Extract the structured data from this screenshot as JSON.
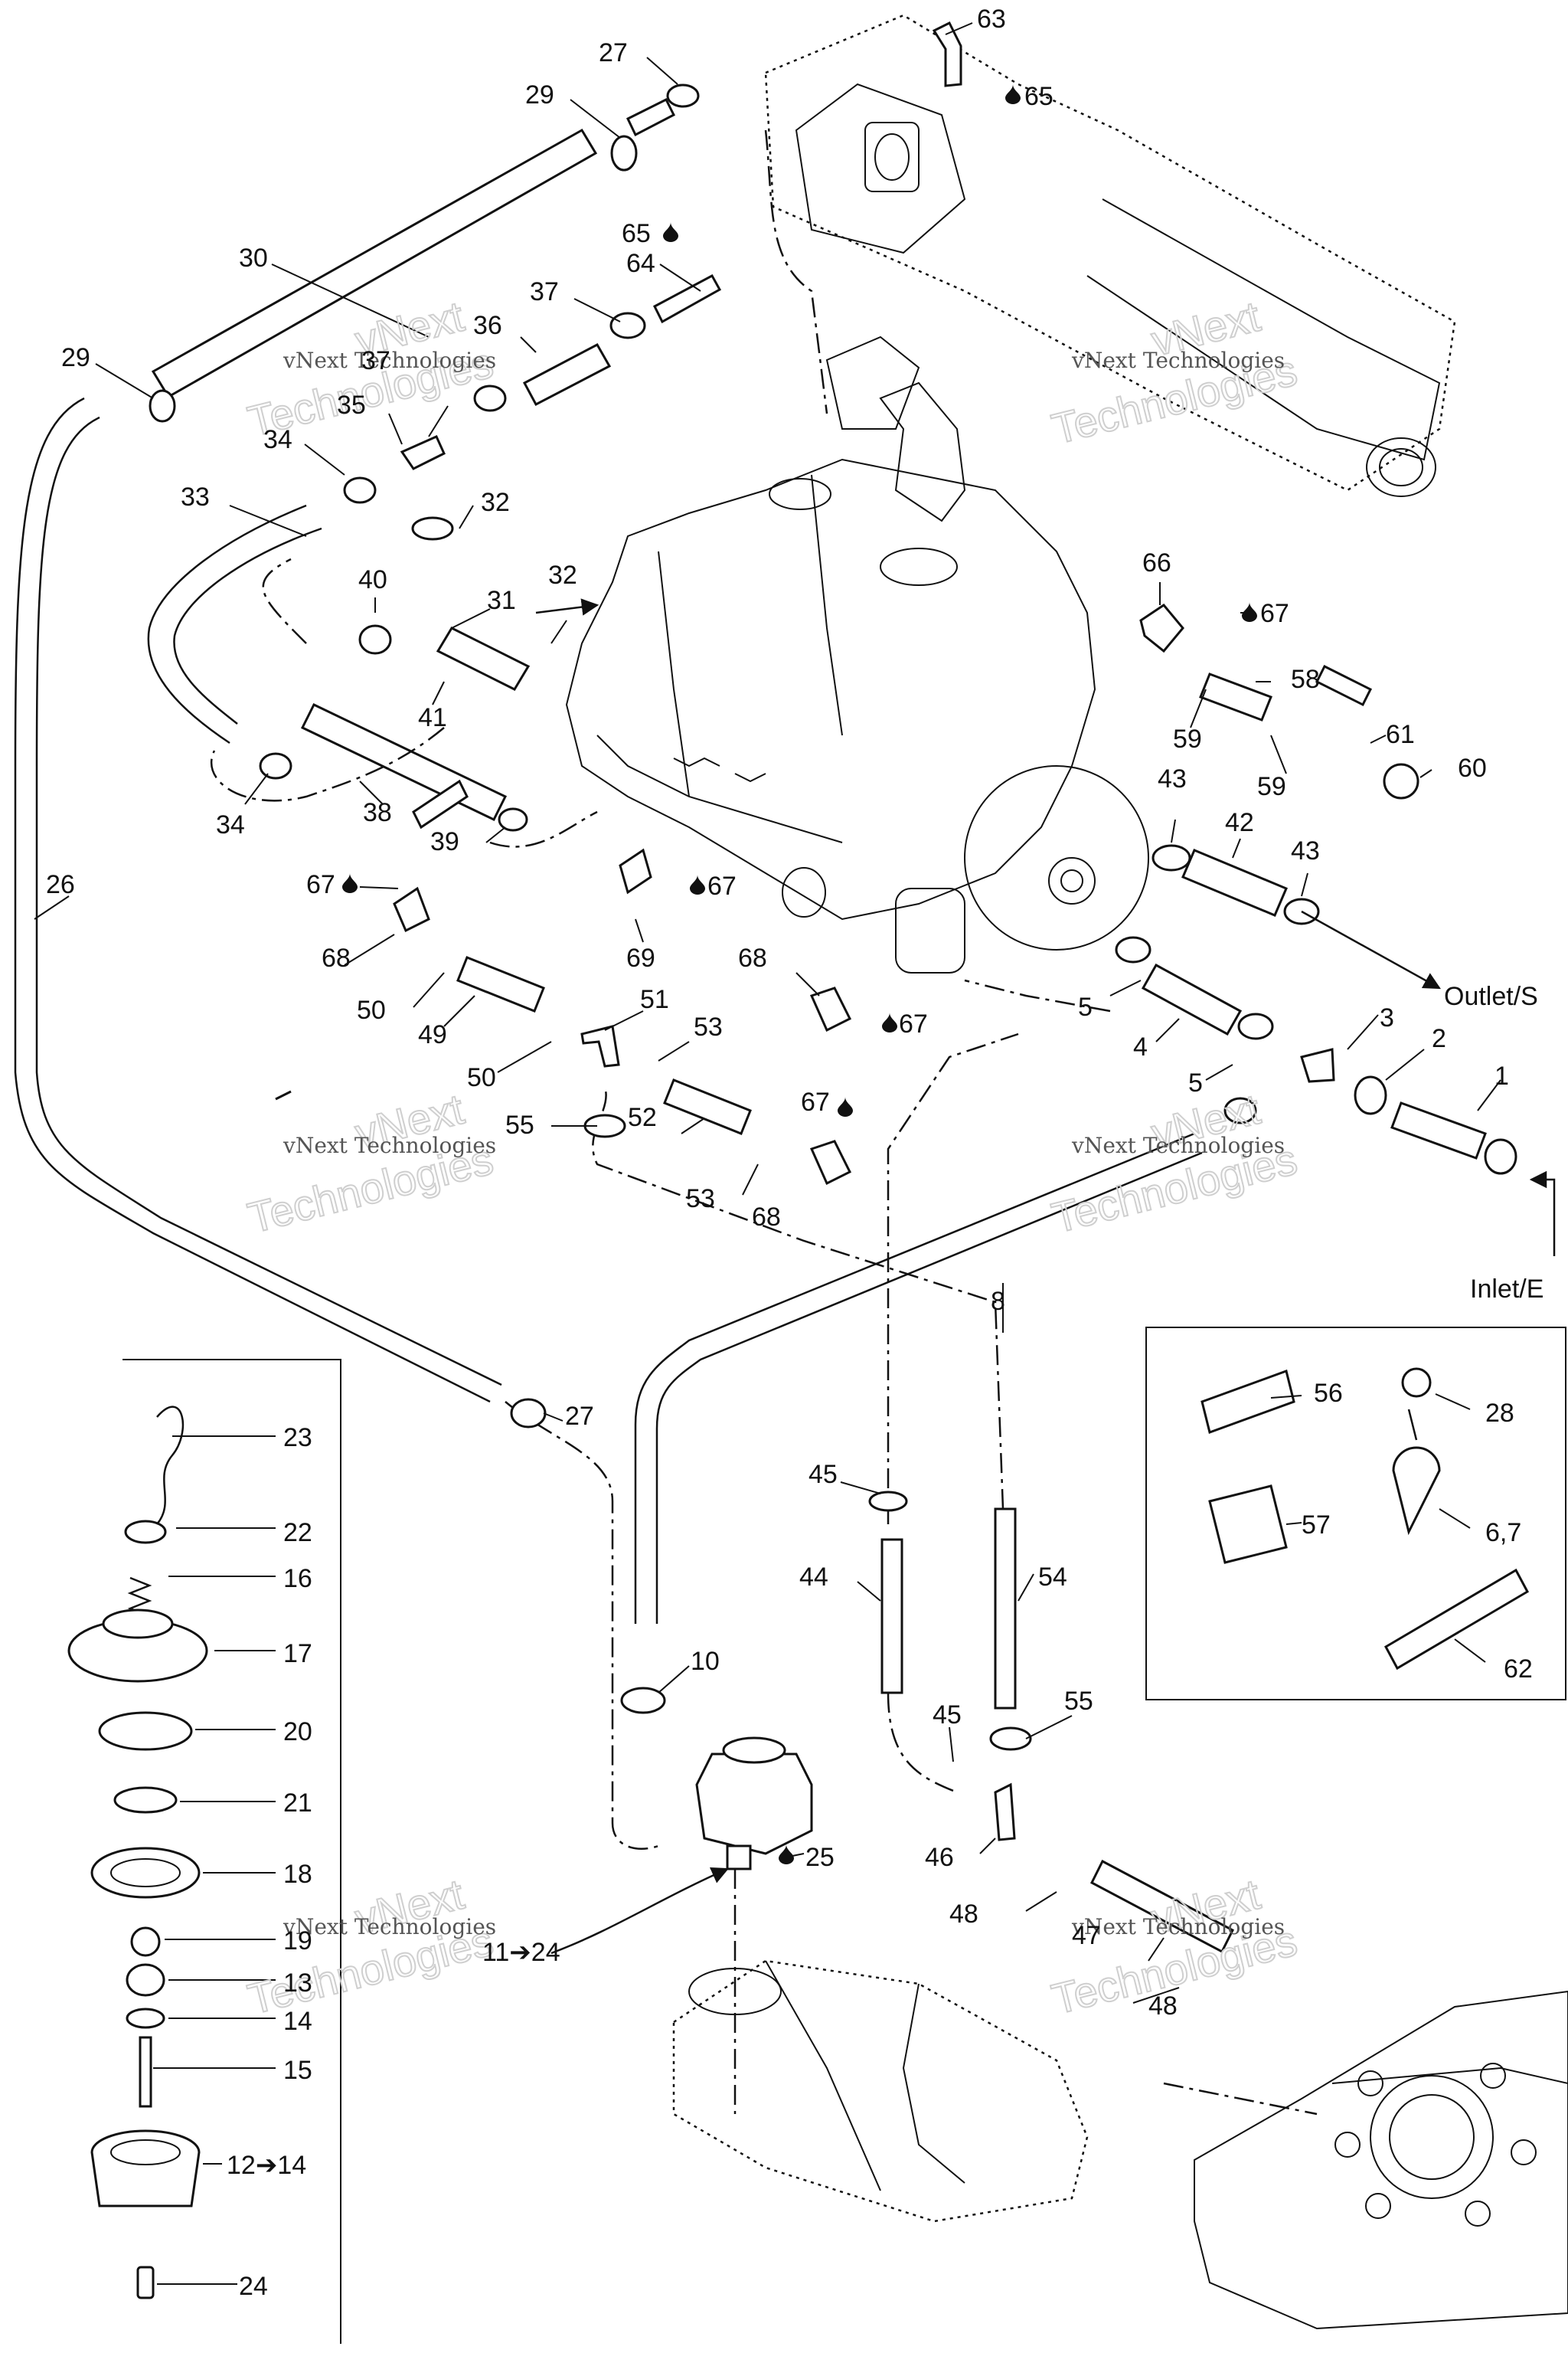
{
  "watermark": {
    "brand": "vNext Technologies",
    "big": "Technologies",
    "small": "vNext"
  },
  "callouts": {
    "c63": "63",
    "c65a": "65",
    "c27a": "27",
    "c29a": "29",
    "c30": "30",
    "c65b": "65",
    "c64": "64",
    "c37a": "37",
    "c36": "36",
    "c29b": "29",
    "c37b": "37",
    "c35": "35",
    "c34a": "34",
    "c33": "33",
    "c32a": "32",
    "c40": "40",
    "c31": "31",
    "c32b": "32",
    "c41": "41",
    "c34b": "34",
    "c38": "38",
    "c39": "39",
    "c66": "66",
    "c67a": "67",
    "c58": "58",
    "c59a": "59",
    "c61": "61",
    "c59b": "59",
    "c60": "60",
    "c43a": "43",
    "c42": "42",
    "c43b": "43",
    "c26": "26",
    "c67b": "67",
    "c67c": "67",
    "c68a": "68",
    "c69": "69",
    "c50a": "50",
    "c49": "49",
    "c51": "51",
    "c50b": "50",
    "c53a": "53",
    "c68b": "68",
    "c67d": "67",
    "c5a": "5",
    "c4": "4",
    "c3": "3",
    "c2": "2",
    "c1": "1",
    "c5b": "5",
    "c52": "52",
    "c55a": "55",
    "c67e": "67",
    "c53b": "53",
    "c68c": "68",
    "c8": "8",
    "c23": "23",
    "c22": "22",
    "c16": "16",
    "c17": "17",
    "c20": "20",
    "c21": "21",
    "c18": "18",
    "c19": "19",
    "c13": "13",
    "c14": "14",
    "c15": "15",
    "c12": "12➔14",
    "c24": "24",
    "c27b": "27",
    "c10": "10",
    "c25": "25",
    "c11": "11➔24",
    "c45a": "45",
    "c44": "44",
    "c54": "54",
    "c45b": "45",
    "c55b": "55",
    "c46": "46",
    "c48a": "48",
    "c47": "47",
    "c48b": "48",
    "c56": "56",
    "c28": "28",
    "c57": "57",
    "c67s": "6,7",
    "c62": "62"
  },
  "flow_labels": {
    "outlet": "Outlet/S",
    "inlet": "Inlet/E"
  },
  "icons": [
    "drop-icon",
    "arrow-right-icon"
  ],
  "colors": {
    "ink": "#111111",
    "paper": "#ffffff",
    "watermark": "#cfcfcf"
  }
}
